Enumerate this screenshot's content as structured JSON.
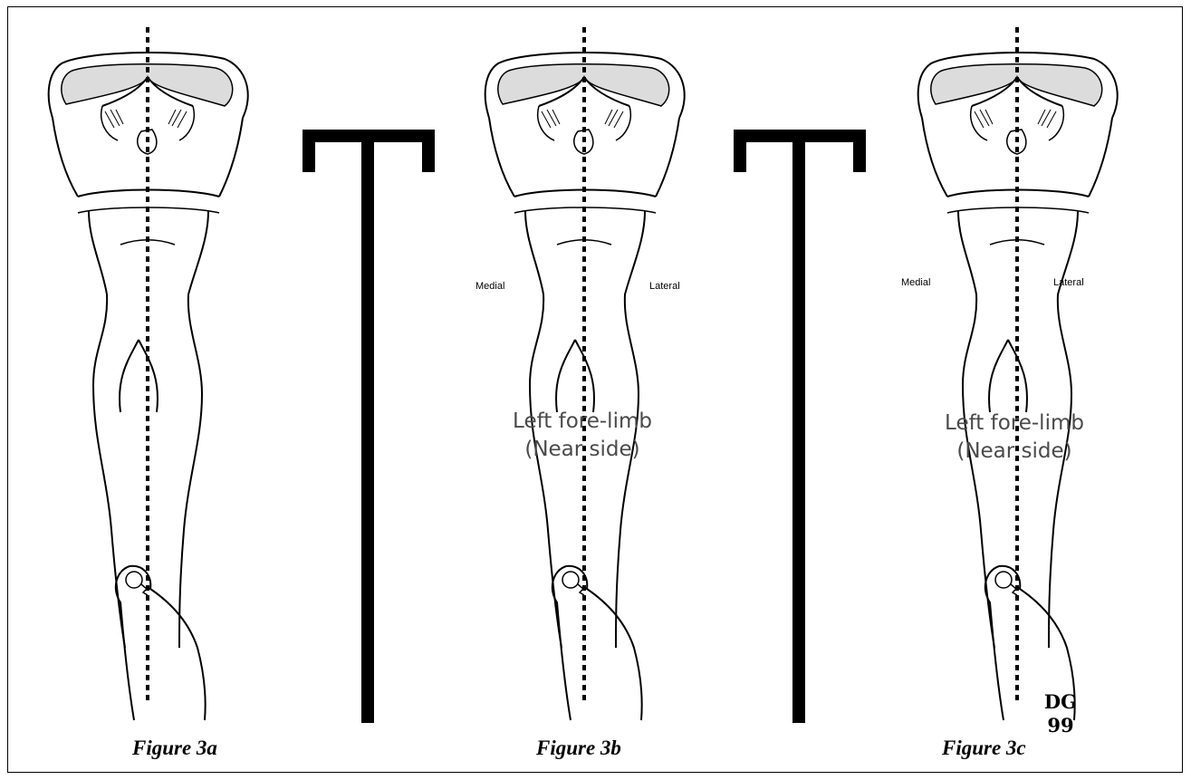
{
  "figures": [
    {
      "caption": "Figure 3a"
    },
    {
      "caption": "Figure 3b",
      "medial": "Medial",
      "lateral": "Lateral",
      "limb_line1": "Left fore-limb",
      "limb_line2": "(Near side)"
    },
    {
      "caption": "Figure 3c",
      "medial": "Medial",
      "lateral": "Lateral",
      "limb_line1": "Left fore-limb",
      "limb_line2": "(Near side)"
    }
  ],
  "signature": {
    "initials": "DG",
    "year": "99"
  },
  "colors": {
    "line": "#000000",
    "sole": "#dcdcdc",
    "label_gray": "#4a4a4a"
  }
}
